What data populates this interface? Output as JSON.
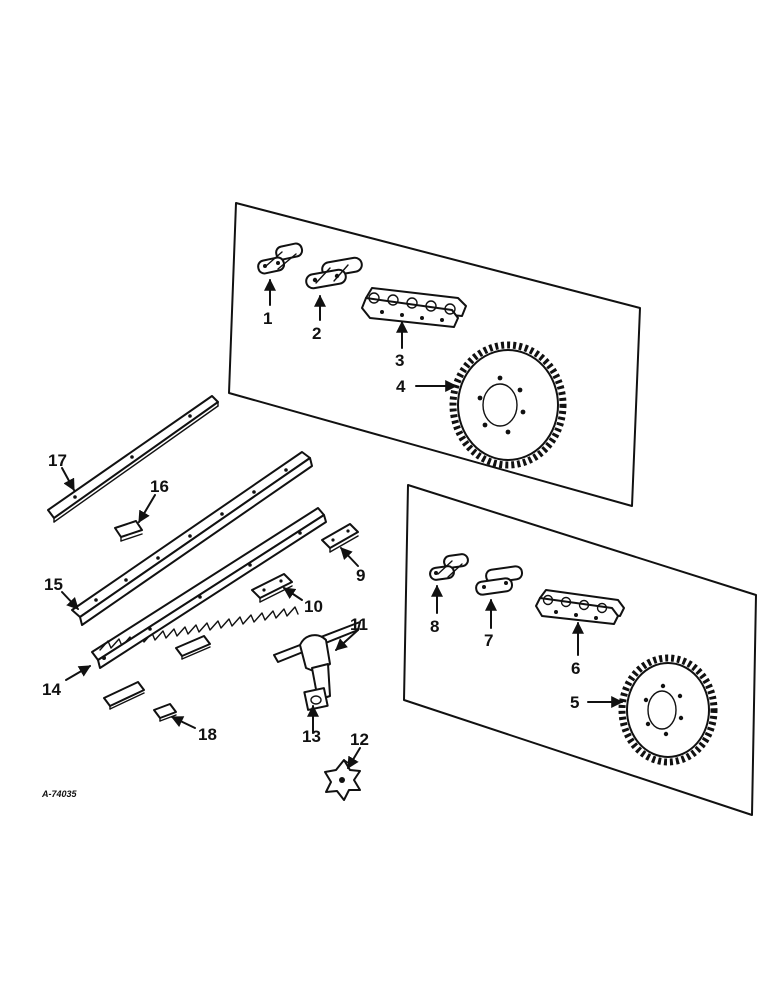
{
  "figure_id": "A-74035",
  "callouts": {
    "c1": "1",
    "c2": "2",
    "c3": "3",
    "c4": "4",
    "c5": "5",
    "c6": "6",
    "c7": "7",
    "c8": "8",
    "c9": "9",
    "c10": "10",
    "c11": "11",
    "c12": "12",
    "c13": "13",
    "c14": "14",
    "c15": "15",
    "c16": "16",
    "c17": "17",
    "c18": "18"
  }
}
